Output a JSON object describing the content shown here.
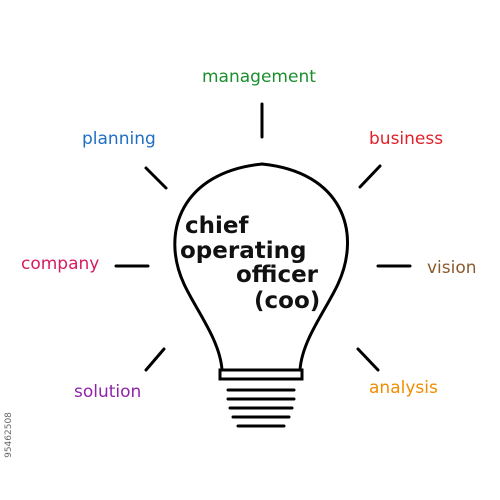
{
  "center_lines": [
    "chief",
    "operating",
    "officer",
    "(coo)"
  ],
  "words": {
    "management": {
      "text": "management",
      "color": "#1a8f2e"
    },
    "planning": {
      "text": "planning",
      "color": "#1f6fc4"
    },
    "business": {
      "text": "business",
      "color": "#e0202a"
    },
    "company": {
      "text": "company",
      "color": "#d81b60"
    },
    "vision": {
      "text": "vision",
      "color": "#8b5a2b"
    },
    "solution": {
      "text": "solution",
      "color": "#8e24aa"
    },
    "analysis": {
      "text": "analysis",
      "color": "#f28c00"
    }
  },
  "colors": {
    "outline": "#000000",
    "background": "#ffffff"
  },
  "watermark": "95462508",
  "icon": "lightbulb-icon"
}
